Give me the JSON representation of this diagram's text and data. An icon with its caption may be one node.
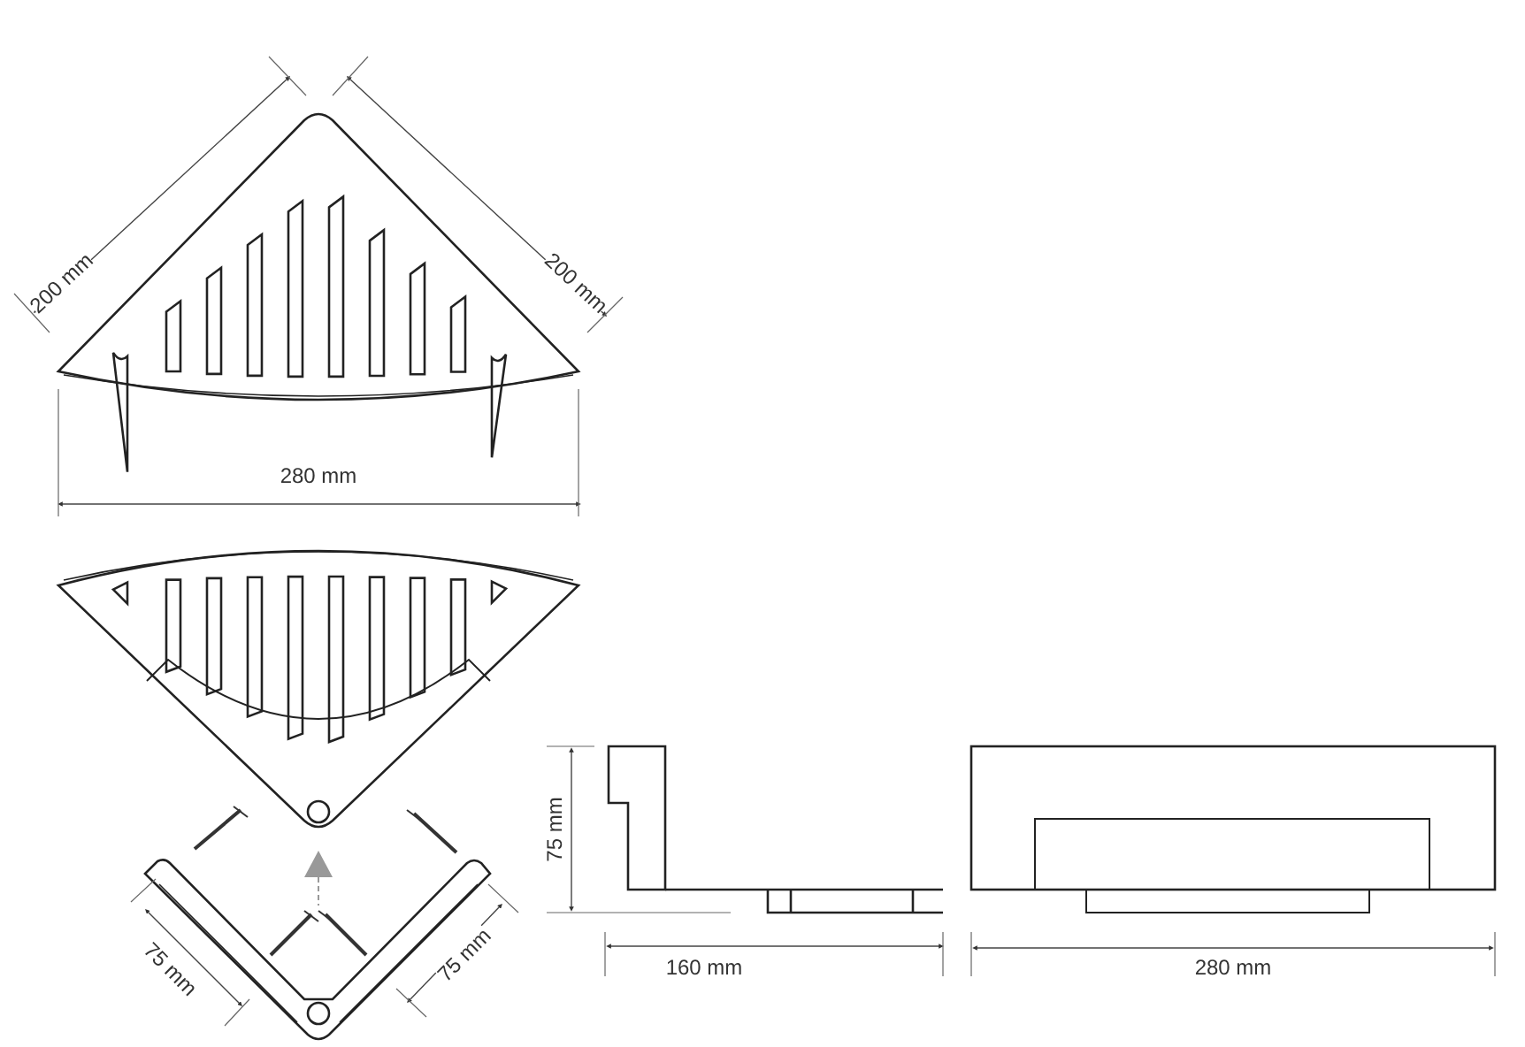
{
  "diagram": {
    "labels": [
      "200 mm",
      "200 mm",
      "280 mm",
      "75 mm",
      "75 mm",
      "75 mm",
      "160 mm",
      "280 mm"
    ]
  }
}
